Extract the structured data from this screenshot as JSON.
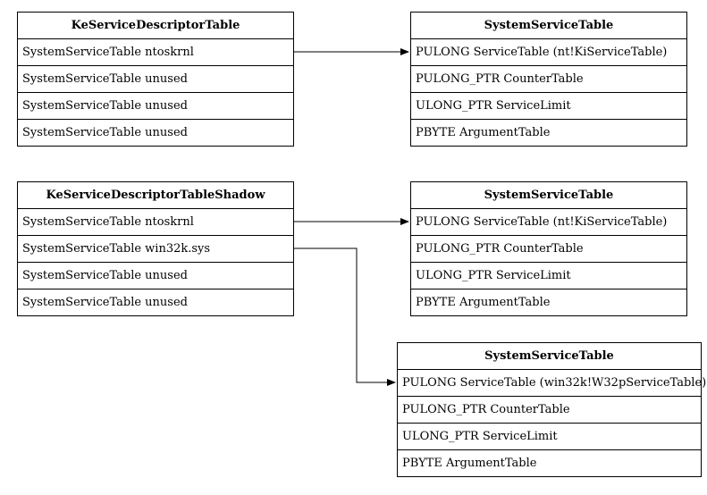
{
  "tables": [
    {
      "title": "KeServiceDescriptorTable",
      "rows": [
        "SystemServiceTable ntoskrnl",
        "SystemServiceTable unused",
        "SystemServiceTable unused",
        "SystemServiceTable unused"
      ]
    },
    {
      "title": "SystemServiceTable",
      "rows": [
        "PULONG ServiceTable (nt!KiServiceTable)",
        "PULONG_PTR CounterTable",
        "ULONG_PTR ServiceLimit",
        "PBYTE ArgumentTable"
      ]
    },
    {
      "title": "KeServiceDescriptorTableShadow",
      "rows": [
        "SystemServiceTable ntoskrnl",
        "SystemServiceTable win32k.sys",
        "SystemServiceTable unused",
        "SystemServiceTable unused"
      ]
    },
    {
      "title": "SystemServiceTable",
      "rows": [
        "PULONG ServiceTable (nt!KiServiceTable)",
        "PULONG_PTR CounterTable",
        "ULONG_PTR ServiceLimit",
        "PBYTE ArgumentTable"
      ]
    },
    {
      "title": "SystemServiceTable",
      "rows": [
        "PULONG ServiceTable (win32k!W32pServiceTable)",
        "PULONG_PTR CounterTable",
        "ULONG_PTR ServiceLimit",
        "PBYTE ArgumentTable"
      ]
    }
  ],
  "connections": [
    {
      "from": "KeServiceDescriptorTable.SystemServiceTable ntoskrnl",
      "to": "SystemServiceTable.PULONG ServiceTable (nt!KiServiceTable)"
    },
    {
      "from": "KeServiceDescriptorTableShadow.SystemServiceTable ntoskrnl",
      "to": "SystemServiceTable.PULONG ServiceTable (nt!KiServiceTable)"
    },
    {
      "from": "KeServiceDescriptorTableShadow.SystemServiceTable win32k.sys",
      "to": "SystemServiceTable.PULONG ServiceTable (win32k!W32pServiceTable)"
    }
  ]
}
